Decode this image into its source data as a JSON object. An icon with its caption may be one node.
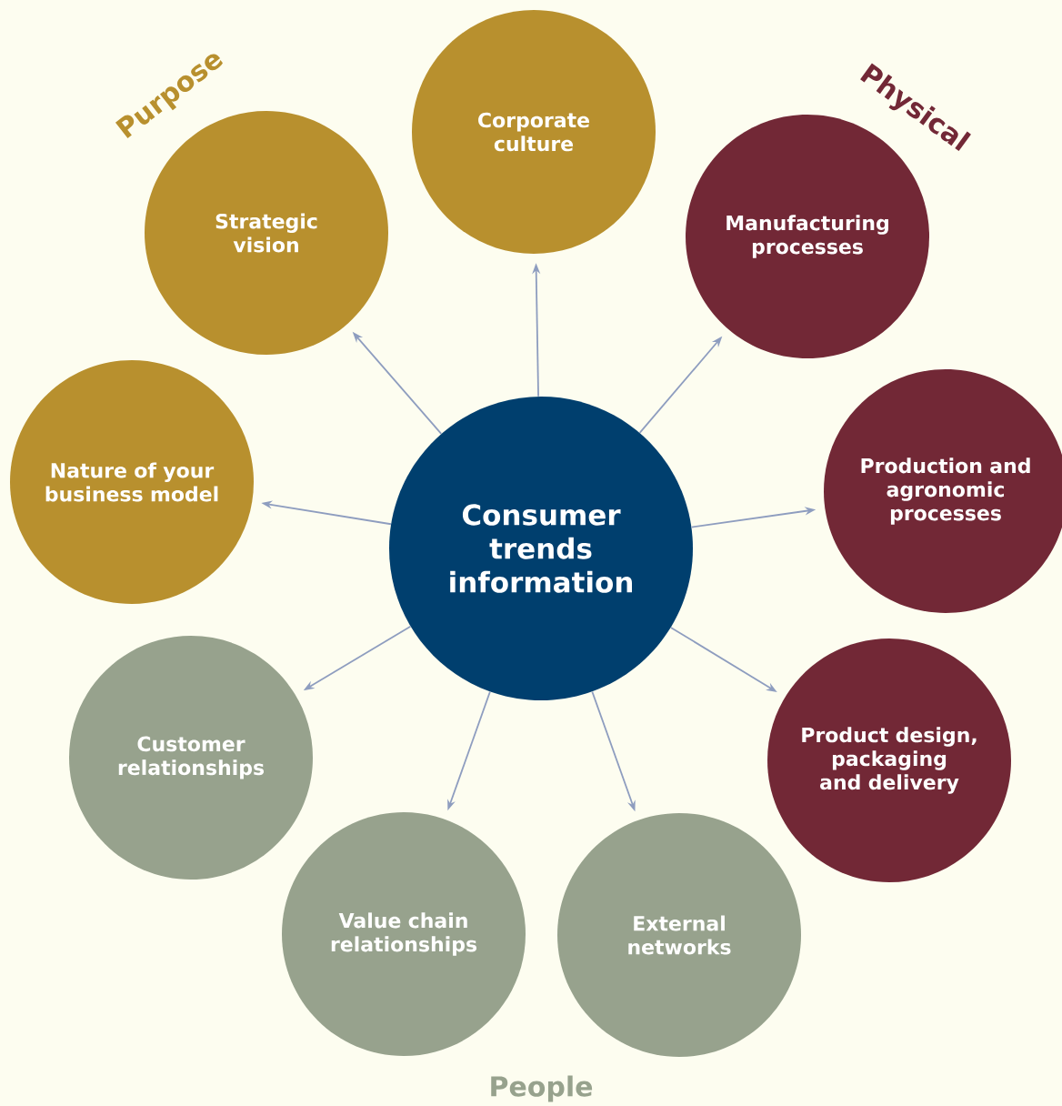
{
  "diagram": {
    "nodes": [
      {
        "text": [
          "Consumer trends information"
        ]
      },
      {
        "text": [
          "Strategic vision"
        ]
      },
      {
        "text": [
          "Corporate culture"
        ]
      },
      {
        "text": [
          "Manufacturing processes"
        ]
      },
      {
        "text": [
          "Nature of your business model"
        ]
      },
      {
        "text": [
          "Production and agronomic processes"
        ]
      },
      {
        "text": [
          "Customer relationships"
        ]
      },
      {
        "text": [
          "Product design, packaging and delivery"
        ]
      },
      {
        "text": [
          "Value chain relationships"
        ]
      },
      {
        "text": [
          "External networks"
        ]
      }
    ],
    "edges": [
      {
        "from": 0,
        "to": 1,
        "arrow": "to"
      },
      {
        "from": 0,
        "to": 2,
        "arrow": "to"
      },
      {
        "from": 0,
        "to": 3,
        "arrow": "to"
      },
      {
        "from": 0,
        "to": 4,
        "arrow": "to"
      },
      {
        "from": 0,
        "to": 5,
        "arrow": "to"
      },
      {
        "from": 0,
        "to": 6,
        "arrow": "to"
      },
      {
        "from": 0,
        "to": 7,
        "arrow": "to"
      },
      {
        "from": 0,
        "to": 8,
        "arrow": "to"
      },
      {
        "from": 0,
        "to": 9,
        "arrow": "to"
      }
    ],
    "labels": [
      "Purpose",
      "Physical",
      "People"
    ]
  }
}
